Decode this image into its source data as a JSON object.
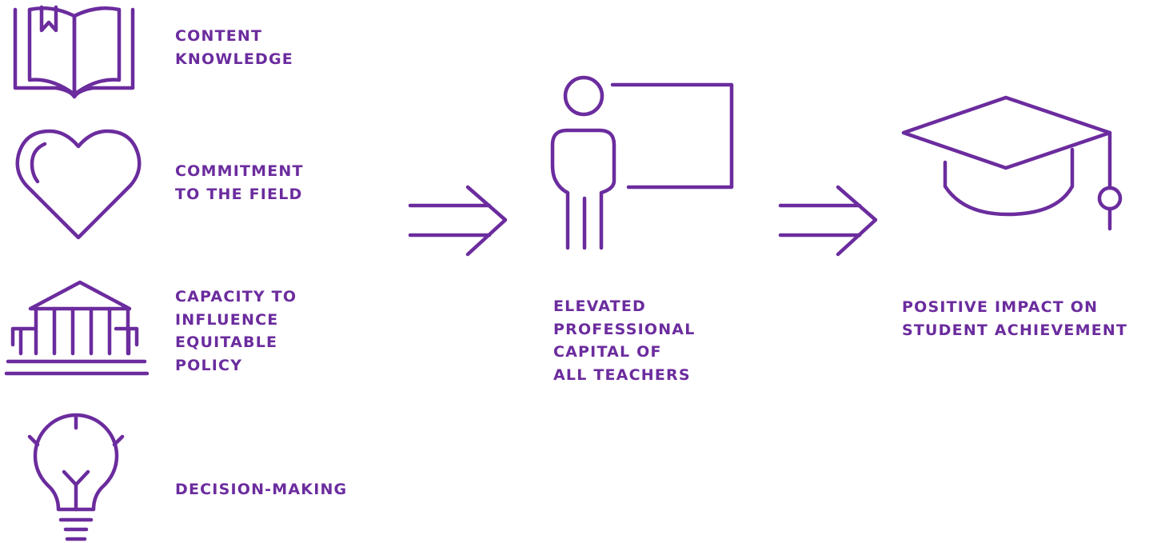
{
  "colors": {
    "accent": "#6b2c9e"
  },
  "inputs": [
    {
      "icon": "open-book-icon",
      "label": "CONTENT\nKNOWLEDGE"
    },
    {
      "icon": "heart-icon",
      "label": "COMMITMENT\nTO THE FIELD"
    },
    {
      "icon": "government-building-icon",
      "label": "CAPACITY TO\nINFLUENCE\nEQUITABLE\nPOLICY"
    },
    {
      "icon": "lightbulb-icon",
      "label": "DECISION-MAKING"
    }
  ],
  "flow": [
    {
      "icon": "teacher-at-board-icon",
      "label": "ELEVATED\nPROFESSIONAL\nCAPITAL OF\nALL TEACHERS"
    },
    {
      "icon": "graduation-cap-icon",
      "label": "POSITIVE IMPACT ON\nSTUDENT ACHIEVEMENT"
    }
  ],
  "arrows": [
    "double-arrow-icon",
    "double-arrow-icon"
  ]
}
